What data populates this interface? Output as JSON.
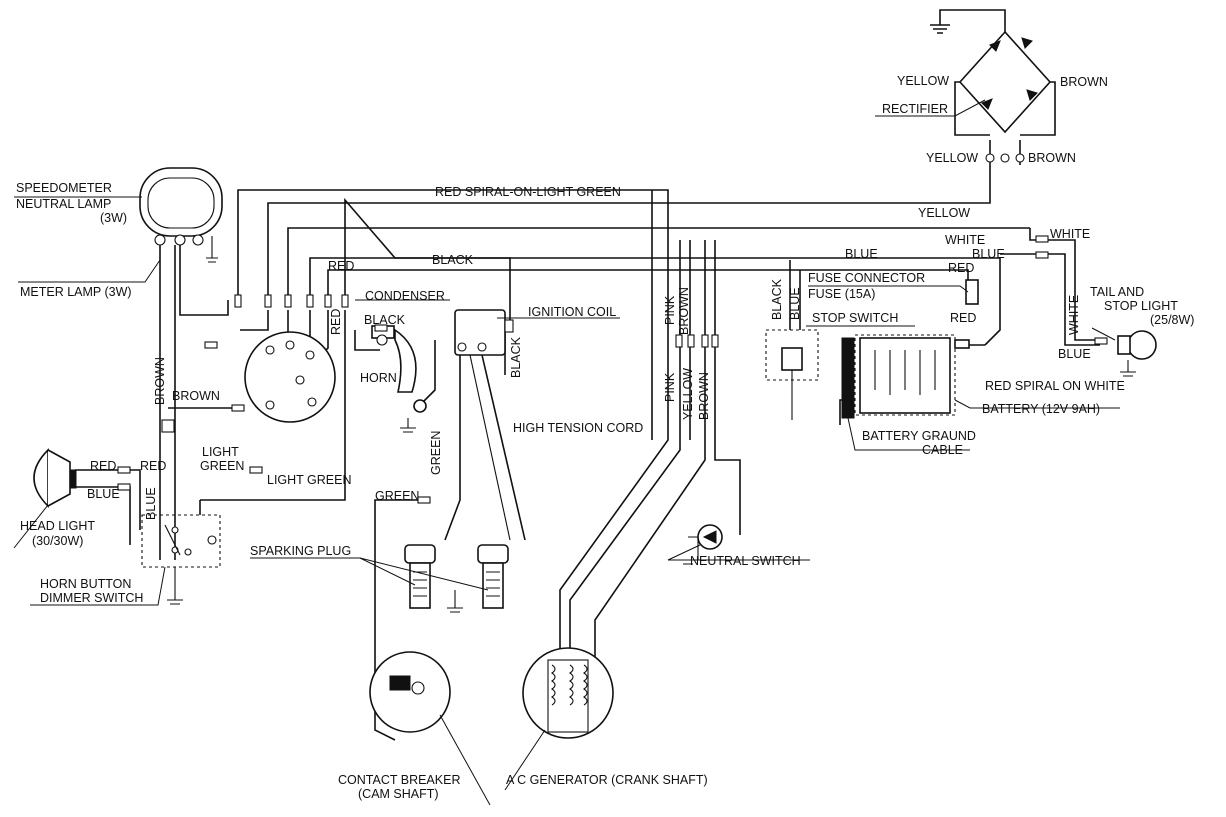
{
  "labels": {
    "speedometer": "SPEEDOMETER",
    "neutral_lamp": "NEUTRAL LAMP",
    "neutral_lamp_rating": "(3W)",
    "meter_lamp": "METER LAMP (3W)",
    "head_light": "HEAD LIGHT",
    "head_light_rating": "(30/30W)",
    "horn_button": "HORN BUTTON",
    "dimmer_switch": "DIMMER SWITCH",
    "condenser": "CONDENSER",
    "horn": "HORN",
    "ignition_coil": "IGNITION COIL",
    "high_tension_cord": "HIGH TENSION CORD",
    "sparking_plug": "SPARKING PLUG",
    "contact_breaker": "CONTACT BREAKER",
    "contact_breaker_sub": "(CAM SHAFT)",
    "ac_generator": "A C GENERATOR (CRANK SHAFT)",
    "neutral_switch": "NEUTRAL SWITCH",
    "rectifier": "RECTIFIER",
    "fuse_connector": "FUSE CONNECTOR",
    "fuse": "FUSE (15A)",
    "stop_switch": "STOP SWITCH",
    "tail_stop_light_1": "TAIL AND",
    "tail_stop_light_2": "STOP LIGHT",
    "tail_stop_light_rating": "(25/8W)",
    "battery": "BATTERY (12V 9AH)",
    "battery_ground_1": "BATTERY GRAUND",
    "battery_ground_2": "CABLE",
    "red_spiral_on_white": "RED SPIRAL ON WHITE"
  },
  "wires": {
    "red_spiral_light_green": "RED SPIRAL-ON-LIGHT GREEN",
    "yellow": "YELLOW",
    "brown": "BROWN",
    "white": "WHITE",
    "blue": "BLUE",
    "black": "BLACK",
    "red": "RED",
    "green": "GREEN",
    "light": "LIGHT",
    "light_green": "LIGHT GREEN",
    "pink": "PINK"
  }
}
